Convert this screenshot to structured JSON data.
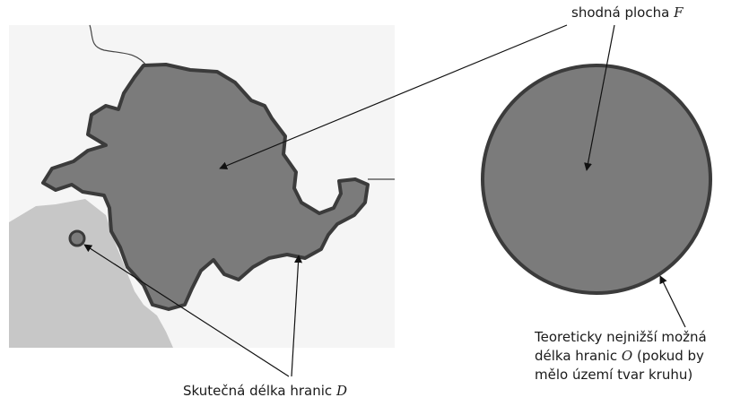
{
  "labels": {
    "area": {
      "text": "shodná plocha ",
      "var": "F"
    },
    "actual_border": {
      "text": "Skutečná délka hranic ",
      "var": "D"
    },
    "theoretical_border": {
      "line1": "Teoreticky nejnižší možná",
      "line2_pre": "délka hranic ",
      "line2_var": "O",
      "line2_post": " (pokud by",
      "line3": "mělo území tvar kruhu)"
    }
  },
  "colors": {
    "map_background": "#f5f5f5",
    "neighbor_region": "#c7c7c7",
    "territory_fill": "#7b7b7b",
    "territory_outline": "#3b3b3b",
    "arrow": "#111111"
  }
}
